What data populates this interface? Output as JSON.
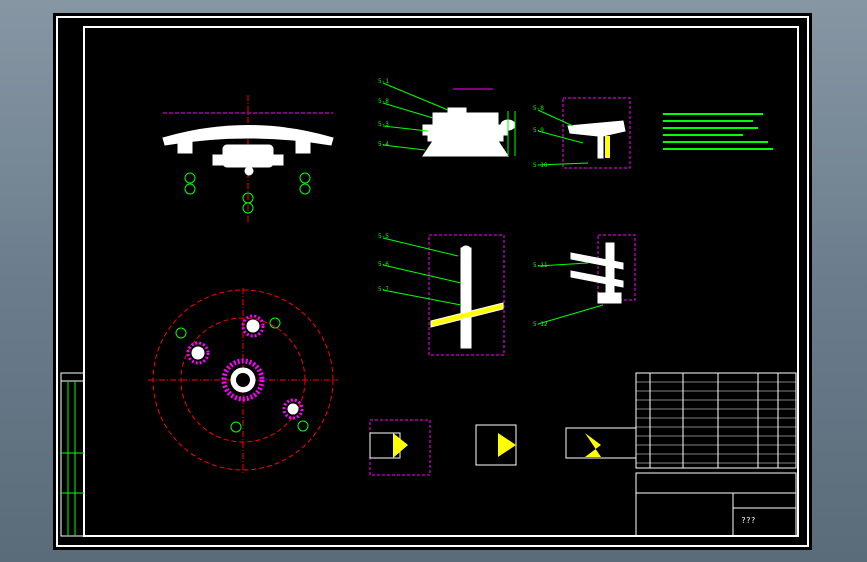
{
  "drawing": {
    "tags_upper": [
      "5-1",
      "5-8",
      "5-3",
      "5-4"
    ],
    "tags_right_top": [
      "5-8",
      "5-9",
      "5-10"
    ],
    "tags_mid_left": [
      "5-5",
      "5-6",
      "5-7"
    ],
    "tags_mid_right": [
      "5-11",
      "5-12"
    ],
    "title_block_text": "???",
    "colors": {
      "background": "#000000",
      "frame": "#ffffff",
      "dimension": "#ff00ff",
      "centerline": "#ff0000",
      "annotation": "#00ff00",
      "part": "#ffffff",
      "weld": "#ffff00"
    }
  }
}
